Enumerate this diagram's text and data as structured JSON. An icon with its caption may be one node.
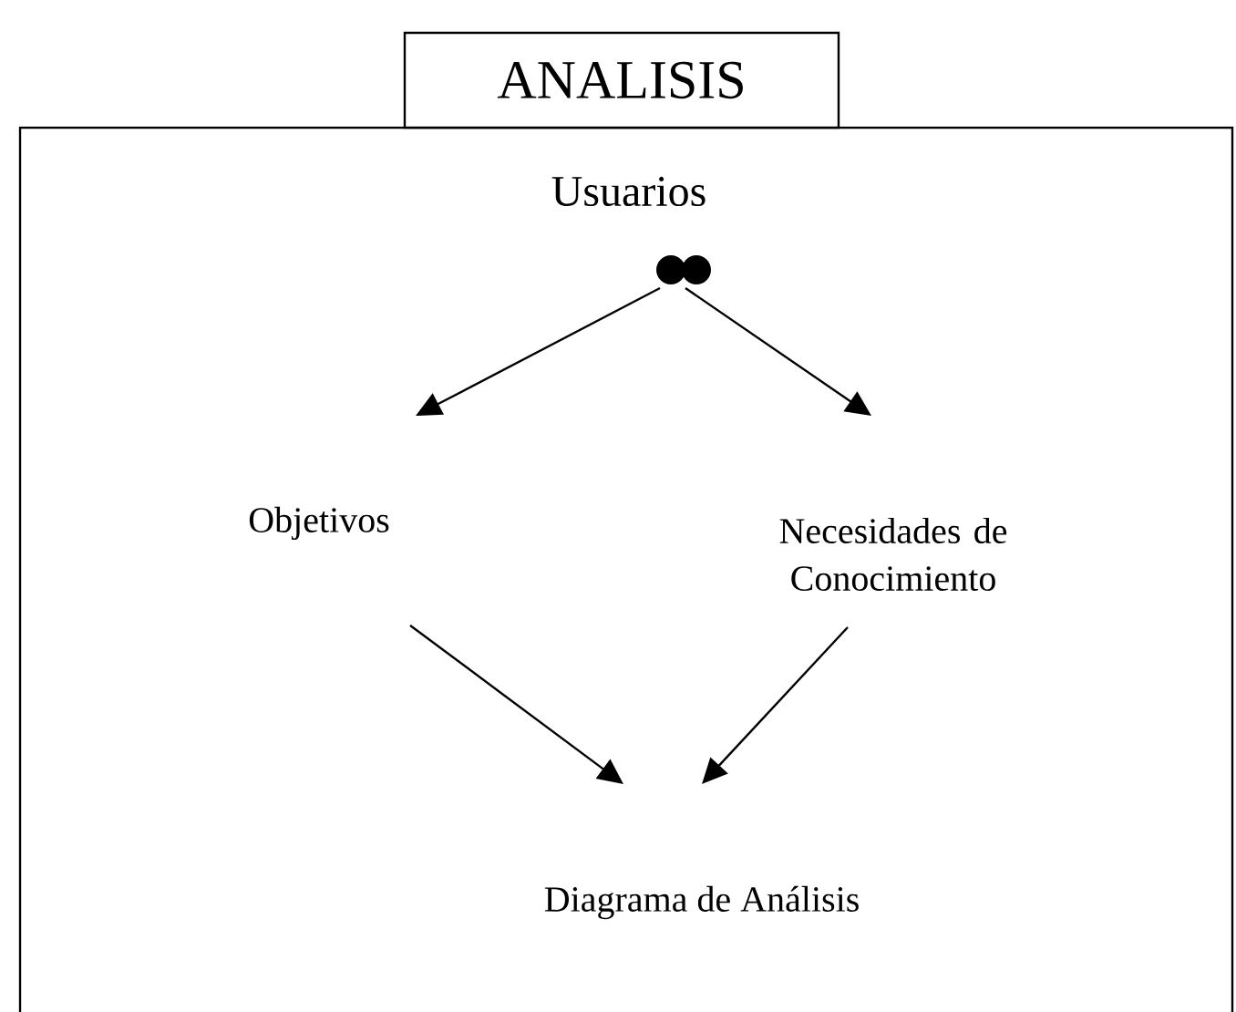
{
  "diagram": {
    "nodes": [
      {
        "text": [
          "ANALISIS"
        ]
      },
      {
        "text": [
          "Usuarios"
        ],
        "in": 0
      },
      {
        "text": [],
        "shape": "circle",
        "in": 0
      },
      {
        "text": [],
        "shape": "circle",
        "in": 0
      },
      {
        "text": [
          "Objetivos"
        ],
        "in": 0
      },
      {
        "text": [
          "Necesidades de Conocimiento"
        ],
        "in": 0
      },
      {
        "text": [
          "Diagrama de Análisis"
        ],
        "in": 0
      }
    ],
    "edges": [
      {
        "from": 2,
        "to": 4,
        "arrow": "to"
      },
      {
        "from": 3,
        "to": 5,
        "arrow": "to"
      },
      {
        "from": 4,
        "to": 6,
        "arrow": "to"
      },
      {
        "from": 5,
        "to": 6,
        "arrow": "to"
      }
    ]
  }
}
